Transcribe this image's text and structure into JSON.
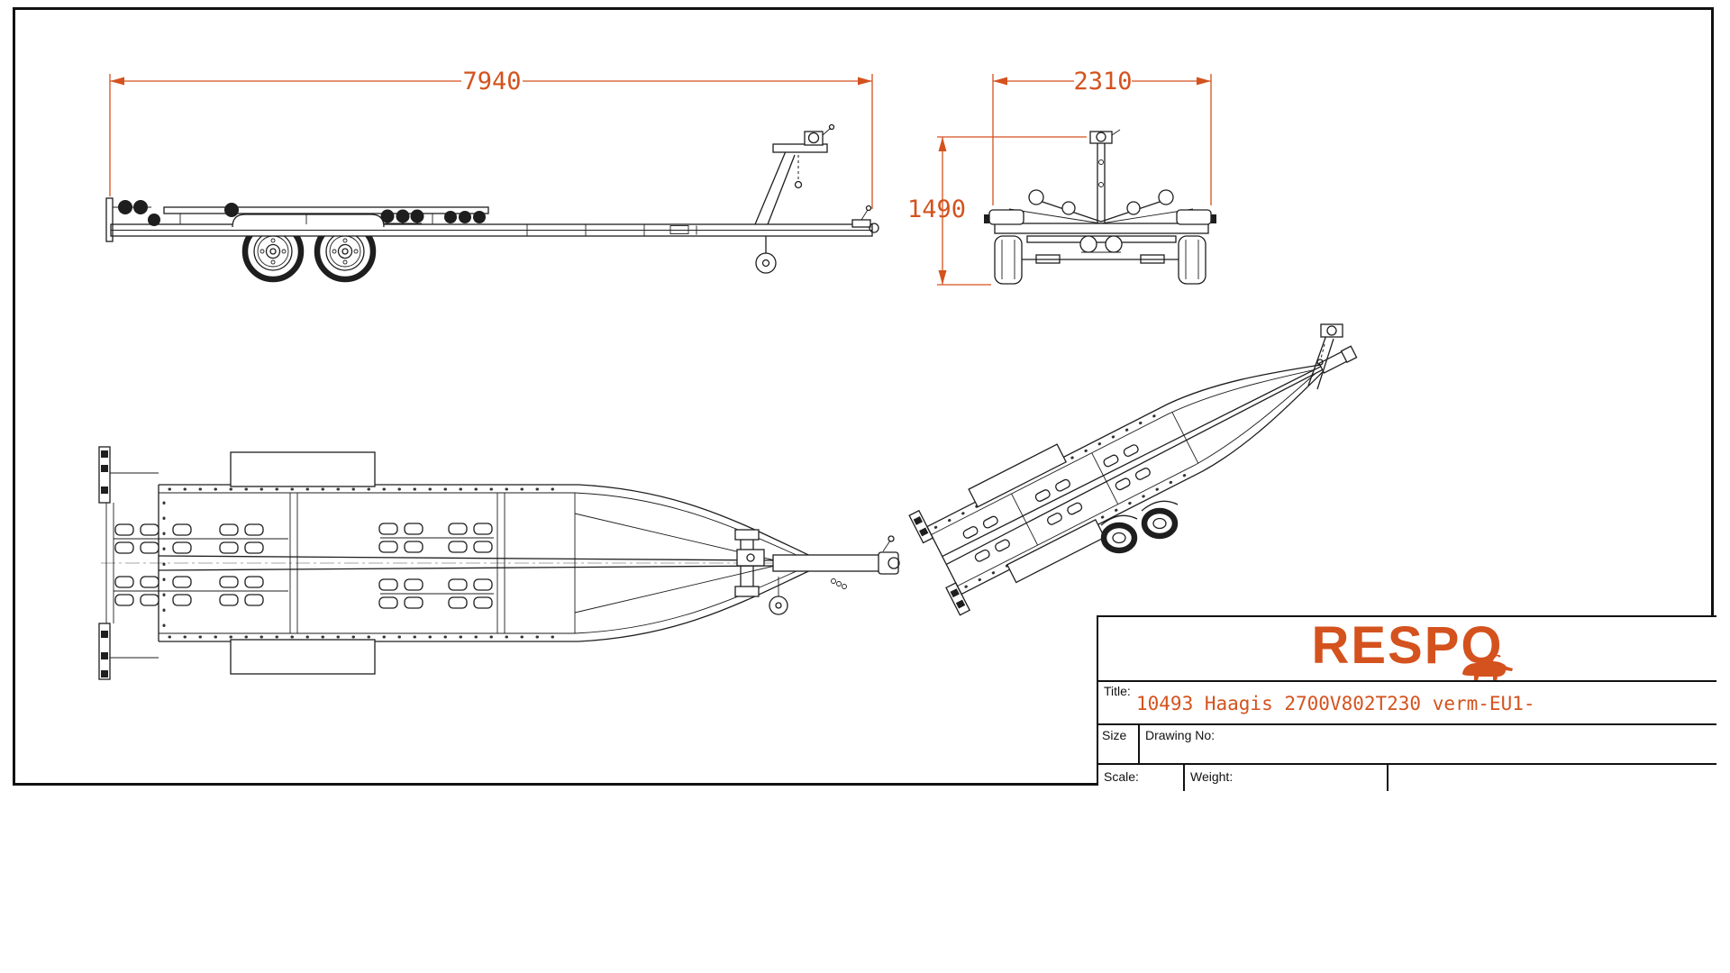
{
  "theme": {
    "accent": "#d4521e",
    "line": "#1e1e1e"
  },
  "drawing": {
    "dimensions": {
      "length": "7940",
      "width": "2310",
      "height": "1490"
    }
  },
  "title_block": {
    "logo": "RESPO",
    "title_label": "Title:",
    "title": "10493 Haagis 2700V802T230 verm-EU1-",
    "size_label": "Size",
    "drawing_no_label": "Drawing No:",
    "scale_label": "Scale:",
    "weight_label": "Weight:"
  }
}
